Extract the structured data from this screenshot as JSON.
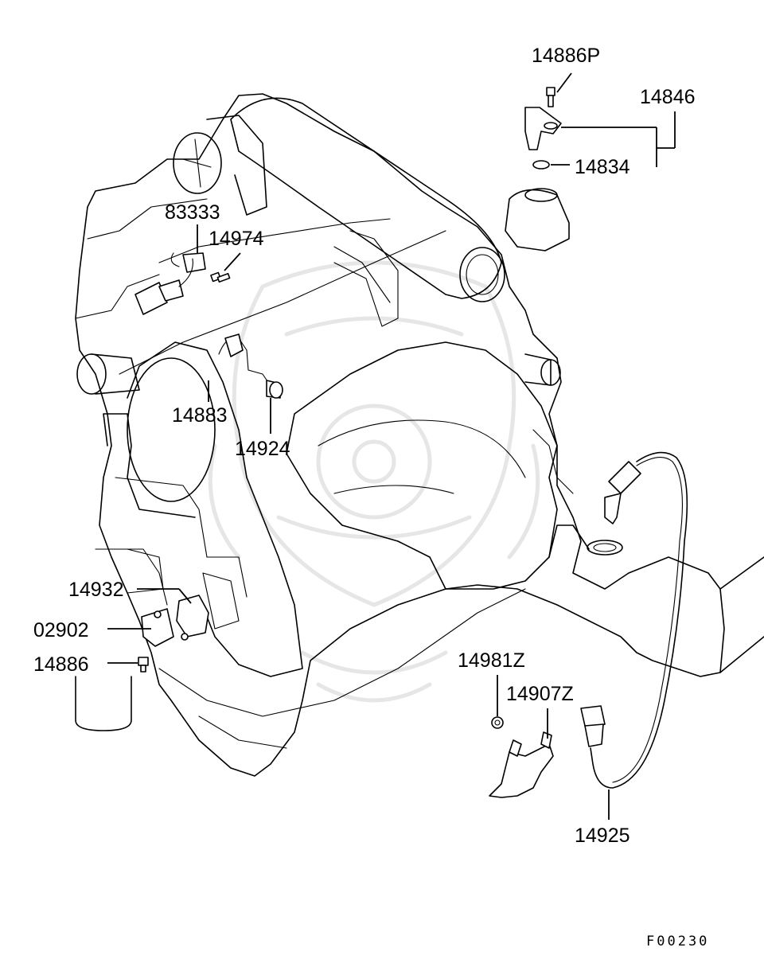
{
  "diagram": {
    "callouts": {
      "p14886P": "14886P",
      "p14846": "14846",
      "p14834": "14834",
      "p83333": "83333",
      "p14974": "14974",
      "p14883": "14883",
      "p14924": "14924",
      "p14932": "14932",
      "p02902": "02902",
      "p14886": "14886",
      "p14981Z": "14981Z",
      "p14907Z": "14907Z",
      "p14925": "14925"
    },
    "figure_code": "F00230"
  }
}
